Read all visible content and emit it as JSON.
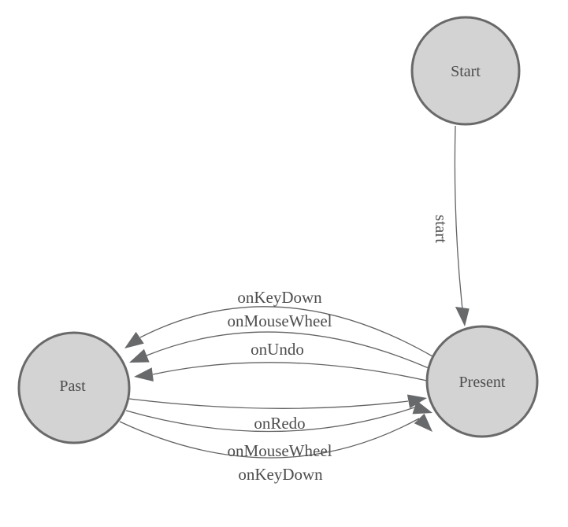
{
  "diagram": {
    "type": "state-machine-graph",
    "background": "#ffffff",
    "colors": {
      "node_fill": "#d3d3d3",
      "node_stroke": "#696969",
      "edge_stroke": "#636363",
      "arrowhead_fill": "#67696b",
      "label_text": "#4d4d4d"
    },
    "nodes": [
      {
        "id": "start",
        "label": "Start"
      },
      {
        "id": "present",
        "label": "Present"
      },
      {
        "id": "past",
        "label": "Past"
      }
    ],
    "edges": [
      {
        "from": "Start",
        "to": "Present",
        "label": "start"
      },
      {
        "from": "Present",
        "to": "Past",
        "label": "onKeyDown"
      },
      {
        "from": "Present",
        "to": "Past",
        "label": "onMouseWheel"
      },
      {
        "from": "Present",
        "to": "Past",
        "label": "onUndo"
      },
      {
        "from": "Past",
        "to": "Present",
        "label": "onRedo"
      },
      {
        "from": "Past",
        "to": "Present",
        "label": "onMouseWheel"
      },
      {
        "from": "Past",
        "to": "Present",
        "label": "onKeyDown"
      }
    ]
  }
}
